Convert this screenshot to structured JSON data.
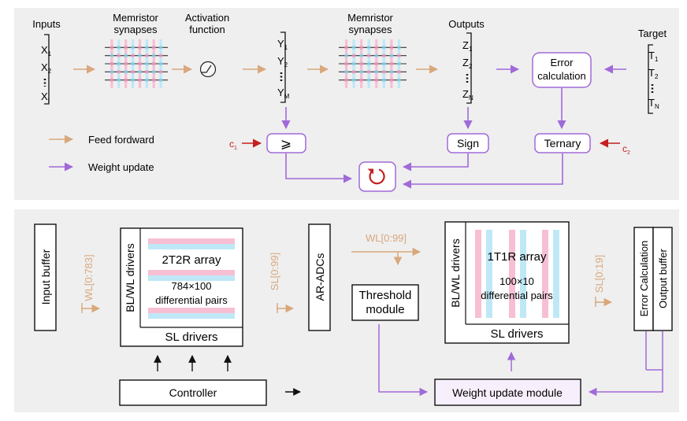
{
  "top": {
    "inputs_title": "Inputs",
    "synapses1_title": [
      "Memristor",
      "synapses"
    ],
    "activation_title": [
      "Activation",
      "function"
    ],
    "synapses2_title": [
      "Memristor",
      "synapses"
    ],
    "outputs_title": "Outputs",
    "target_title": "Target",
    "inputs": {
      "x1": "X",
      "x1_sub": "1",
      "x2": "X",
      "x2_sub": "2",
      "xn": "X",
      "xn_sub": "I"
    },
    "hidden": {
      "y1": "Y",
      "y1_sub": "1",
      "y2": "Y",
      "y2_sub": "2",
      "ym": "Y",
      "ym_sub": "M"
    },
    "outputs": {
      "z1": "Z",
      "z1_sub": "1",
      "z2": "Z",
      "z2_sub": "2",
      "zn": "Z",
      "zn_sub": "N"
    },
    "targets": {
      "t1": "T",
      "t1_sub": "1",
      "t2": "T",
      "t2_sub": "2",
      "tn": "T",
      "tn_sub": "N"
    },
    "error_box": [
      "Error",
      "calculation"
    ],
    "compare_symbol": "⩾",
    "sign_label": "Sign",
    "ternary_label": "Ternary",
    "c1": "c",
    "c1_sub": "1",
    "c2": "c",
    "c2_sub": "2",
    "legend": {
      "feed_forward": "Feed fordward",
      "weight_update": "Weight update"
    }
  },
  "bottom": {
    "input_buffer": "Input buffer",
    "wl_783": "WL[0:783]",
    "blwl_drivers_1": "BL/WL drivers",
    "array_2t2r": "2T2R array",
    "pairs_1": [
      "784×100",
      "differential pairs"
    ],
    "sl_drivers_1": "SL drivers",
    "sl_99": "SL[0:99]",
    "ar_adcs": "AR-ADCs",
    "wl_99": "WL[0:99]",
    "threshold_module": [
      "Threshold",
      "module"
    ],
    "blwl_drivers_2": "BL/WL drivers",
    "array_1t1r": "1T1R array",
    "pairs_2": [
      "100×10",
      "differential pairs"
    ],
    "sl_drivers_2": "SL drivers",
    "sl_19": "SL[0:19]",
    "error_calculation": "Error Calculation",
    "output_buffer": "Output buffer",
    "controller": "Controller",
    "weight_update_module": "Weight update module"
  },
  "colors": {
    "feed": "#d9a77c",
    "update": "#a06ad8",
    "red": "#c42020",
    "pink": "#f7bfd4",
    "blue": "#bfe8f7",
    "update_fill": "#f8effc"
  }
}
